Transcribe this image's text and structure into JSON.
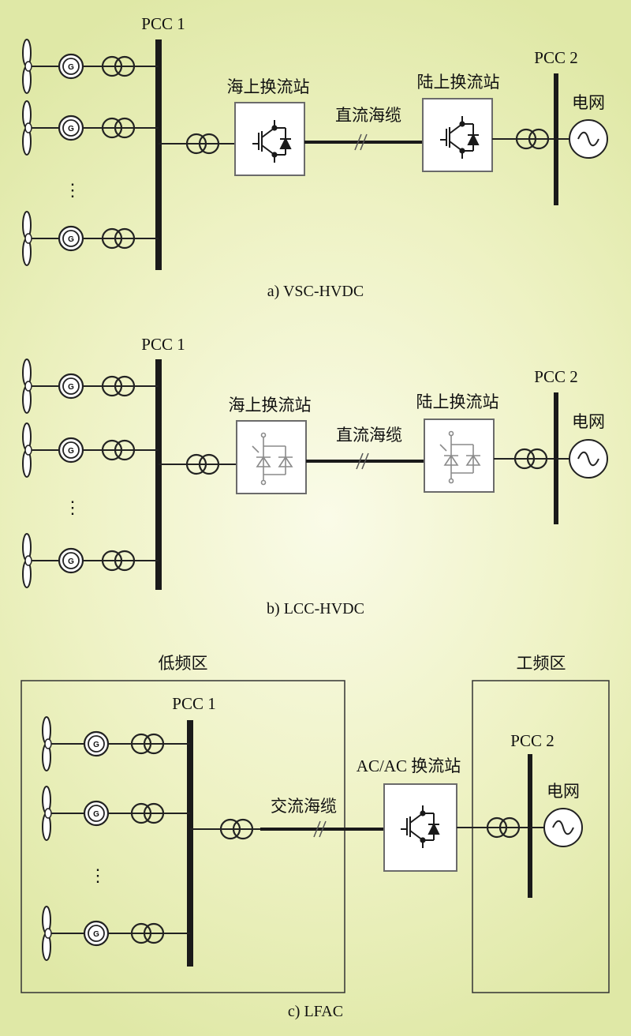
{
  "panels": {
    "a": {
      "caption": "a) VSC-HVDC",
      "pcc1": "PCC 1",
      "pcc2": "PCC 2",
      "offshore_station": "海上换流站",
      "onshore_station": "陆上换流站",
      "cable": "直流海缆",
      "grid": "电网",
      "ellipsis": "⋮",
      "converter_type": "igbt"
    },
    "b": {
      "caption": "b) LCC-HVDC",
      "pcc1": "PCC 1",
      "pcc2": "PCC 2",
      "offshore_station": "海上换流站",
      "onshore_station": "陆上换流站",
      "cable": "直流海缆",
      "grid": "电网",
      "ellipsis": "⋮",
      "converter_type": "thyristor"
    },
    "c": {
      "caption": "c) LFAC",
      "low_freq_zone": "低频区",
      "power_freq_zone": "工频区",
      "pcc1": "PCC 1",
      "pcc2": "PCC 2",
      "station": "AC/AC 换流站",
      "cable": "交流海缆",
      "grid": "电网",
      "ellipsis": "⋮",
      "converter_type": "igbt"
    }
  },
  "colors": {
    "ink": "#1a1a1a",
    "box_border": "#6b6b6b",
    "box_fill": "#ffffff",
    "lcc_symbol": "#8a8a8a"
  }
}
